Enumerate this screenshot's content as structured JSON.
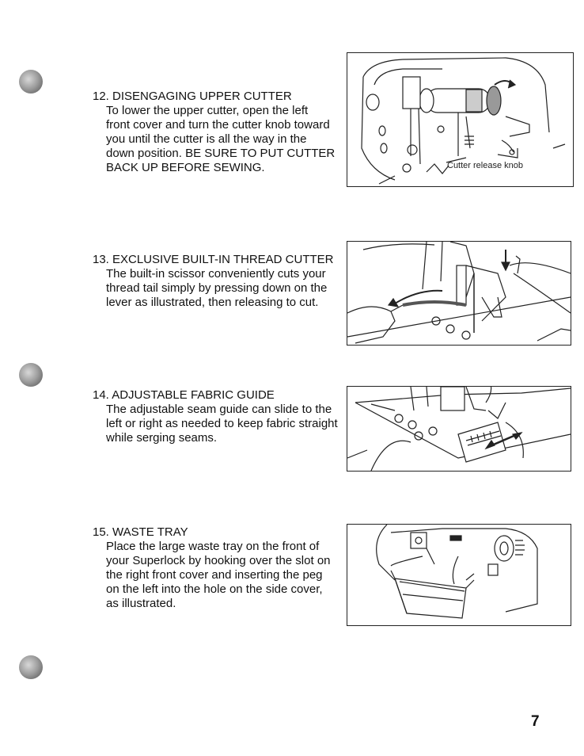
{
  "sections": [
    {
      "title": "12. DISENGAGING UPPER CUTTER",
      "lines": [
        "To lower the upper cutter, open the left",
        "front cover and turn the cutter knob toward",
        "you until the cutter is all the way in the",
        "down position. BE SURE TO PUT CUTTER",
        "BACK UP BEFORE SEWING."
      ],
      "figure_caption": "Cutter release knob"
    },
    {
      "title": "13.  EXCLUSIVE BUILT-IN THREAD CUTTER",
      "lines": [
        "The built-in scissor conveniently cuts your",
        " thread tail simply by pressing down on the",
        " lever as illustrated, then releasing to cut."
      ]
    },
    {
      "title": "14.  ADJUSTABLE FABRIC GUIDE",
      "lines": [
        "The adjustable seam guide can slide to the",
        " left or right as needed to keep fabric straight",
        "while serging seams."
      ]
    },
    {
      "title": "15.  WASTE TRAY",
      "lines": [
        "Place the large waste tray on the front of",
        "your Superlock by hooking over the slot on",
        "the right front cover and inserting the peg",
        "on the left into the hole on the side cover,",
        "as illustrated."
      ]
    }
  ],
  "page_number": "7"
}
